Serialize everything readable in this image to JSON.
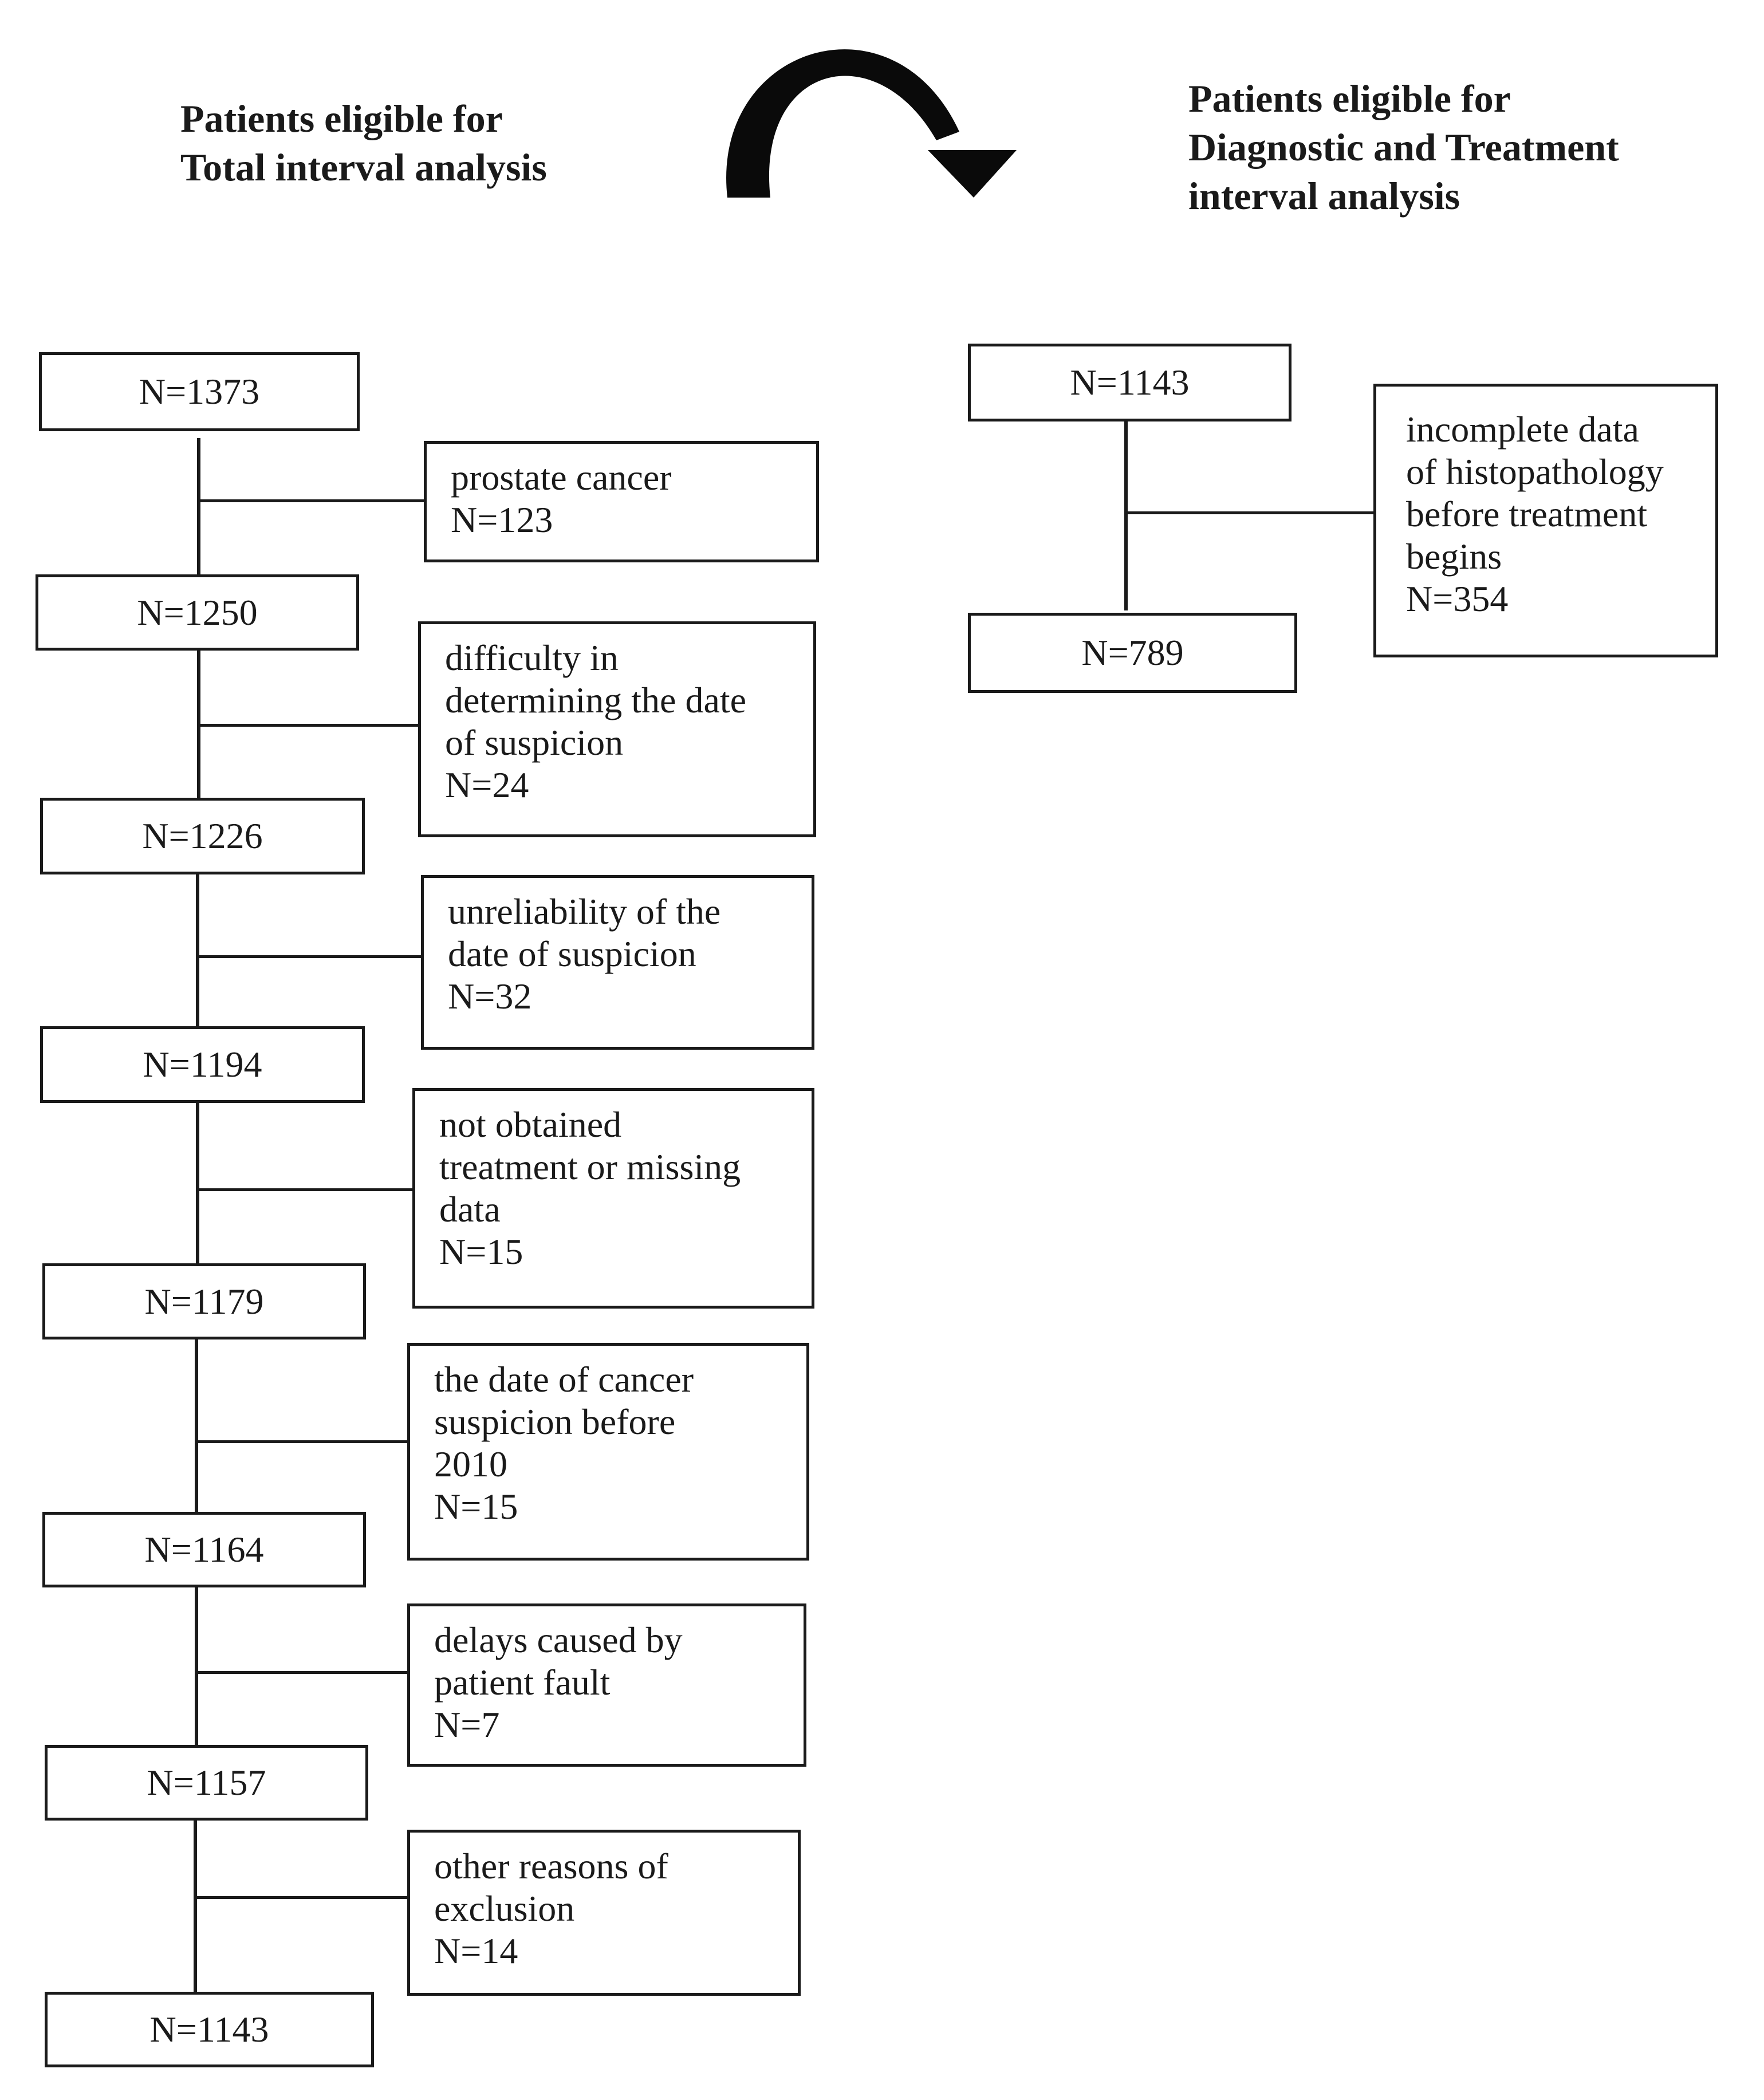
{
  "headings": {
    "left": [
      "Patients eligible for",
      "Total interval analysis"
    ],
    "right": [
      "Patients eligible for",
      "Diagnostic and Treatment",
      "interval analysis"
    ]
  },
  "left_flow": {
    "counts": [
      "N=1373",
      "N=1250",
      "N=1226",
      "N=1194",
      "N=1179",
      "N=1164",
      "N=1157",
      "N=1143"
    ],
    "exclusions": [
      {
        "lines": [
          "prostate cancer",
          "N=123"
        ]
      },
      {
        "lines": [
          "difficulty in",
          "determining the date",
          "of suspicion",
          "N=24"
        ]
      },
      {
        "lines": [
          "unreliability of the",
          "date of suspicion",
          "N=32"
        ]
      },
      {
        "lines": [
          "not obtained",
          "treatment or missing",
          "data",
          "N=15"
        ]
      },
      {
        "lines": [
          "the date of cancer",
          "suspicion before",
          "2010",
          "N=15"
        ]
      },
      {
        "lines": [
          "delays caused by",
          "patient fault",
          "N=7"
        ]
      },
      {
        "lines": [
          "other reasons of",
          "exclusion",
          "N=14"
        ]
      }
    ]
  },
  "right_flow": {
    "counts": [
      "N=1143",
      "N=789"
    ],
    "exclusion": {
      "lines": [
        "incomplete data",
        "of histopathology",
        "before treatment",
        "begins",
        "N=354"
      ]
    }
  }
}
